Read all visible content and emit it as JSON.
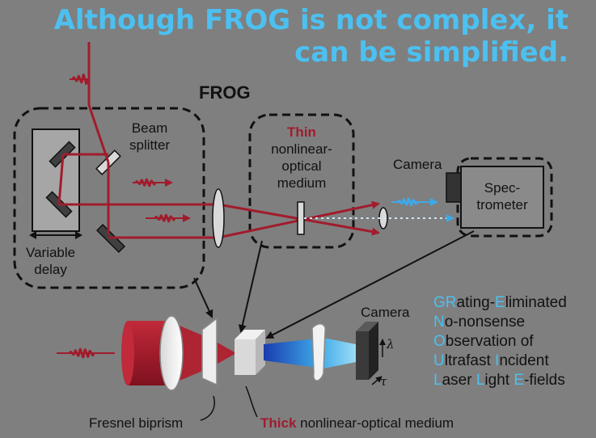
{
  "title": {
    "line1": "Although FROG is not complex, it",
    "line2": "can be simplified."
  },
  "colors": {
    "background": "#7f7f7f",
    "title": "#4cc0f0",
    "beam": "#a11c2c",
    "blue_beam": "#3ea9e8",
    "dashed_box": "#111111"
  },
  "frog": {
    "label": "FROG",
    "beam_splitter": [
      "Beam",
      "splitter"
    ],
    "variable_delay": [
      "Variable",
      "delay"
    ],
    "thin_word": "Thin",
    "medium": [
      "nonlinear-",
      "optical",
      "medium"
    ],
    "camera": "Camera",
    "spectrometer": [
      "Spec-",
      "trometer"
    ]
  },
  "grenouille": {
    "camera": "Camera",
    "lambda_axis": "λ",
    "tau_axis": "τ",
    "fresnel_biprism": "Fresnel biprism",
    "thick_word": "Thick",
    "thick_rest": " nonlinear-optical medium"
  },
  "acronym": [
    {
      "parts": [
        {
          "t": "GR",
          "h": true
        },
        {
          "t": "ating-",
          "h": false
        },
        {
          "t": "E",
          "h": true
        },
        {
          "t": "liminated",
          "h": false
        }
      ]
    },
    {
      "parts": [
        {
          "t": "N",
          "h": true
        },
        {
          "t": "o-nonsense",
          "h": false
        }
      ]
    },
    {
      "parts": [
        {
          "t": "O",
          "h": true
        },
        {
          "t": "bservation of",
          "h": false
        }
      ]
    },
    {
      "parts": [
        {
          "t": "U",
          "h": true
        },
        {
          "t": "ltrafast ",
          "h": false
        },
        {
          "t": "I",
          "h": true
        },
        {
          "t": "ncident",
          "h": false
        }
      ]
    },
    {
      "parts": [
        {
          "t": "L",
          "h": true
        },
        {
          "t": "aser ",
          "h": false
        },
        {
          "t": "L",
          "h": true
        },
        {
          "t": "ight ",
          "h": false
        },
        {
          "t": "E",
          "h": true
        },
        {
          "t": "-fields",
          "h": false
        }
      ]
    }
  ]
}
